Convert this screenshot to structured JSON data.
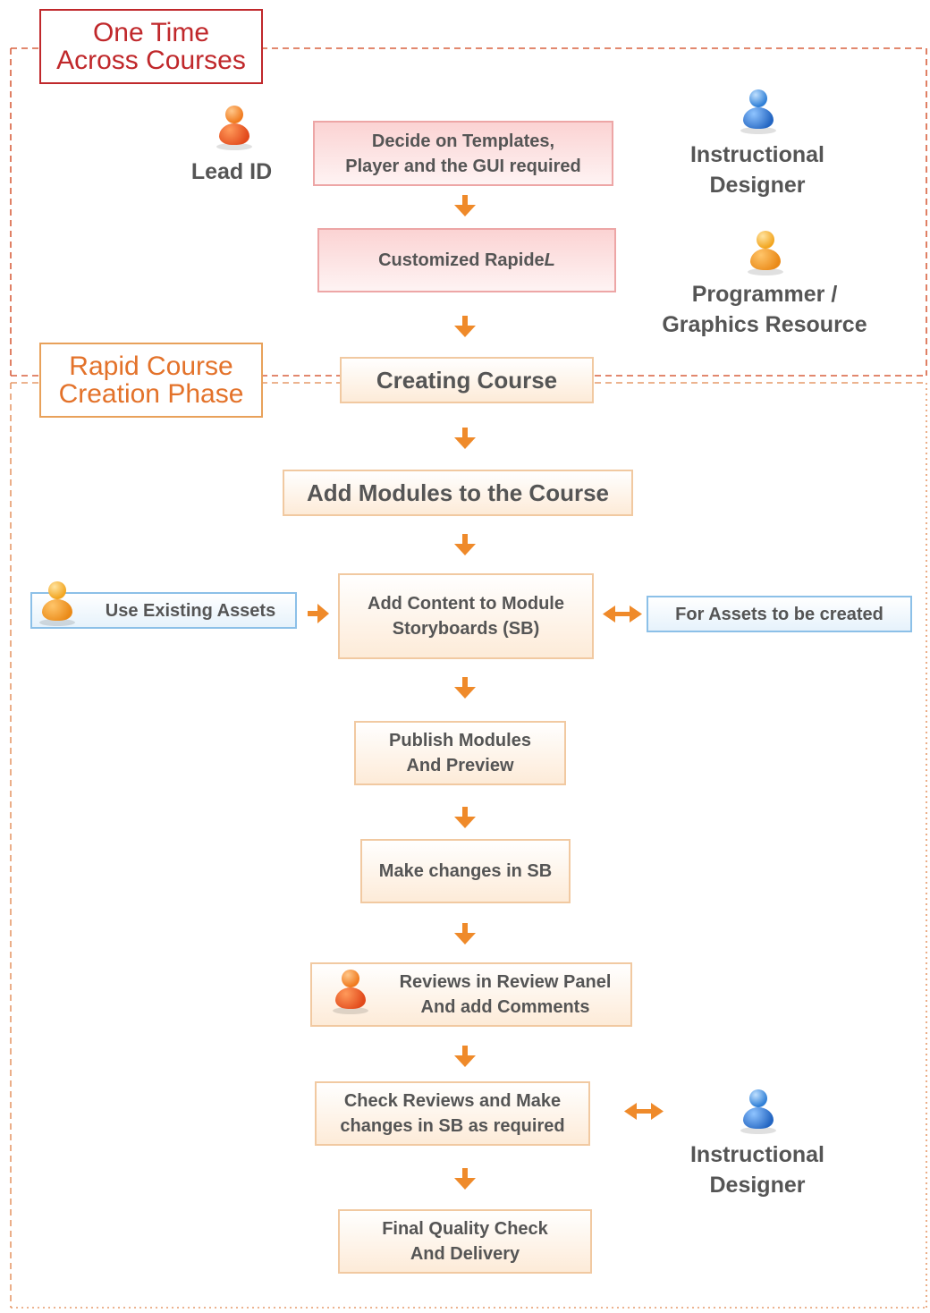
{
  "phases": {
    "one_time": [
      "One Time",
      "Across Courses"
    ],
    "rapid": [
      "Rapid Course",
      "Creation Phase"
    ]
  },
  "roles": {
    "lead_id": "Lead ID",
    "instructional_designer_top": [
      "Instructional",
      "Designer"
    ],
    "programmer": [
      "Programmer /",
      "Graphics Resource"
    ],
    "instructional_designer_bottom": [
      "Instructional",
      "Designer"
    ]
  },
  "steps": {
    "decide_templates": [
      "Decide on Templates,",
      "Player and the GUI required"
    ],
    "customized_rapidel_prefix": "Customized Rapide",
    "customized_rapidel_suffix": "L",
    "creating_course": "Creating Course",
    "add_modules": "Add  Modules to the Course",
    "add_content": [
      "Add  Content to Module",
      "Storyboards (SB)"
    ],
    "publish_modules": [
      "Publish Modules",
      "And Preview"
    ],
    "make_changes": "Make changes in SB",
    "reviews": [
      "Reviews in Review Panel",
      "And add Comments"
    ],
    "check_reviews": [
      "Check Reviews and Make",
      "changes in SB as required"
    ],
    "final_check": [
      "Final Quality Check",
      "And Delivery"
    ]
  },
  "side_boxes": {
    "use_existing_assets": "Use Existing Assets",
    "for_assets_created": "For Assets to be created"
  },
  "colors": {
    "phase_red": "#c0282b",
    "phase_orange": "#e3722a",
    "arrow": "#ef8a2a",
    "dash_border": "#d9534f",
    "person_orange": "#f07a1e",
    "person_red": "#e24a1c",
    "person_blue": "#2f7fd6",
    "person_yellow": "#f2a51f"
  }
}
